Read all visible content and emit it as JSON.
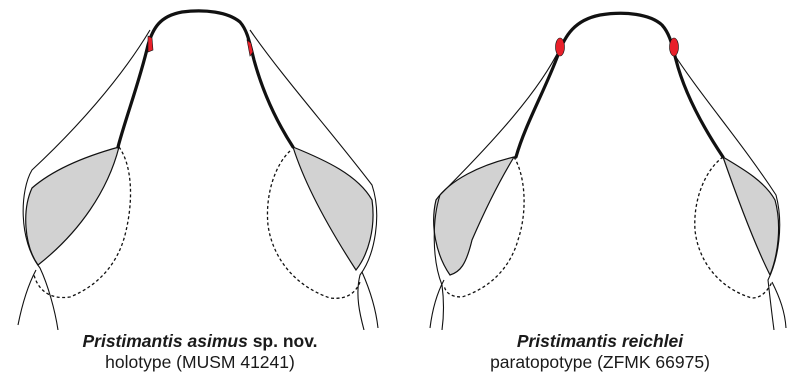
{
  "figure": {
    "colors": {
      "outline": "#111111",
      "highlight": "#e8202a",
      "shading": "#d2d2d2",
      "background": "#ffffff"
    },
    "panels": [
      {
        "species_name": "Pristimantis asimus",
        "species_suffix": " sp. nov.",
        "specimen": "holotype (MUSM 41241)"
      },
      {
        "species_name": "Pristimantis reichlei",
        "species_suffix": "",
        "specimen": "paratopotype (ZFMK 66975)"
      }
    ]
  }
}
